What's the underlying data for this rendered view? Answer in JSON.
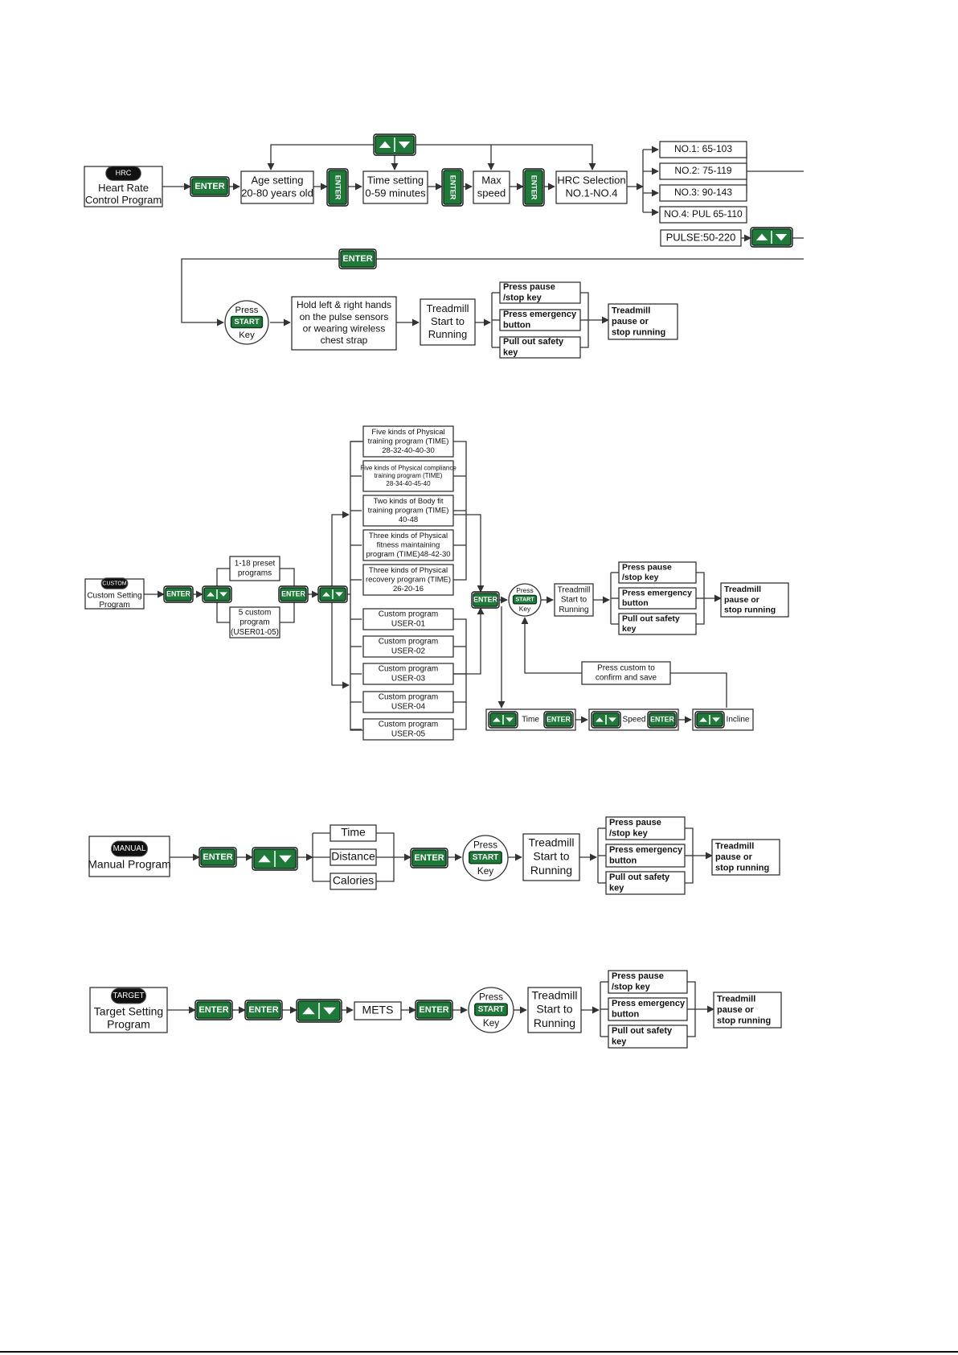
{
  "keys": {
    "enter": "ENTER",
    "start": "START",
    "press": "Press",
    "key": "Key"
  },
  "hrc": {
    "badge": "HRC",
    "program": [
      "Heart Rate",
      "Control Program"
    ],
    "age": [
      "Age setting",
      "20-80 years old"
    ],
    "time": [
      "Time setting",
      "0-59 minutes"
    ],
    "max_speed": [
      "Max",
      "speed"
    ],
    "selection": [
      "HRC Selection",
      "NO.1-NO.4"
    ],
    "options": [
      "NO.1: 65-103",
      "NO.2: 75-119",
      "NO.3: 90-143",
      "NO.4: PUL 65-110"
    ],
    "pulse": "PULSE:50-220",
    "hold": [
      "Hold left & right hands",
      "on the pulse sensors",
      "or wearing wireless",
      "chest strap"
    ],
    "running": [
      "Treadmill",
      "Start to",
      "Running"
    ],
    "stops": [
      [
        "Press pause",
        "/stop key"
      ],
      [
        "Press emergency",
        "button"
      ],
      [
        "Pull out safety",
        "key"
      ]
    ],
    "result": [
      "Treadmill",
      "pause or",
      "stop running"
    ]
  },
  "custom": {
    "badge": "CUSTOM",
    "program": [
      "Custom Setting",
      "Program"
    ],
    "preset": [
      "1-18 preset",
      "programs"
    ],
    "custom": [
      "5 custom",
      "program",
      "(USER01-05)"
    ],
    "presets_list": [
      [
        "Five kinds of Physical",
        "training program (TIME)",
        "28-32-40-40-30"
      ],
      [
        "Five kinds of Physical compliance",
        "training program (TIME)",
        "28-34-40-45-40"
      ],
      [
        "Two kinds of Body fit",
        "training program (TIME)",
        "40-48"
      ],
      [
        "Three kinds of Physical",
        "fitness maintaining",
        "program (TIME)48-42-30"
      ],
      [
        "Three kinds of Physical",
        "recovery program (TIME)",
        "26-20-16"
      ]
    ],
    "users": [
      [
        "Custom program",
        "USER-01"
      ],
      [
        "Custom program",
        "USER-02"
      ],
      [
        "Custom program",
        "USER-03"
      ],
      [
        "Custom program",
        "USER-04"
      ],
      [
        "Custom program",
        "USER-05"
      ]
    ],
    "running": [
      "Treadmill",
      "Start to",
      "Running"
    ],
    "stops": [
      [
        "Press pause",
        "/stop key"
      ],
      [
        "Press emergency",
        "button"
      ],
      [
        "Pull out safety",
        "key"
      ]
    ],
    "result": [
      "Treadmill",
      "pause or",
      "stop running"
    ],
    "confirm": [
      "Press custom to",
      "confirm and save"
    ],
    "time_label": "Time",
    "speed_label": "Speed",
    "incline_label": "Incline"
  },
  "manual": {
    "badge": "MANUAL",
    "program": "Manual Program",
    "modes": [
      "Time",
      "Distance",
      "Calories"
    ],
    "running": [
      "Treadmill",
      "Start to",
      "Running"
    ],
    "stops": [
      [
        "Press pause",
        "/stop key"
      ],
      [
        "Press emergency",
        "button"
      ],
      [
        "Pull out safety",
        "key"
      ]
    ],
    "result": [
      "Treadmill",
      "pause or",
      "stop running"
    ]
  },
  "target": {
    "badge": "TARGET",
    "program": [
      "Target Setting",
      "Program"
    ],
    "mets": "METS",
    "running": [
      "Treadmill",
      "Start to",
      "Running"
    ],
    "stops": [
      [
        "Press pause",
        "/stop key"
      ],
      [
        "Press emergency",
        "button"
      ],
      [
        "Pull out safety",
        "key"
      ]
    ],
    "result": [
      "Treadmill",
      "pause or",
      "stop running"
    ]
  },
  "colors": {
    "key_green": "#1f7a3a",
    "key_border": "#0b3b1a",
    "badge_black": "#111111"
  }
}
